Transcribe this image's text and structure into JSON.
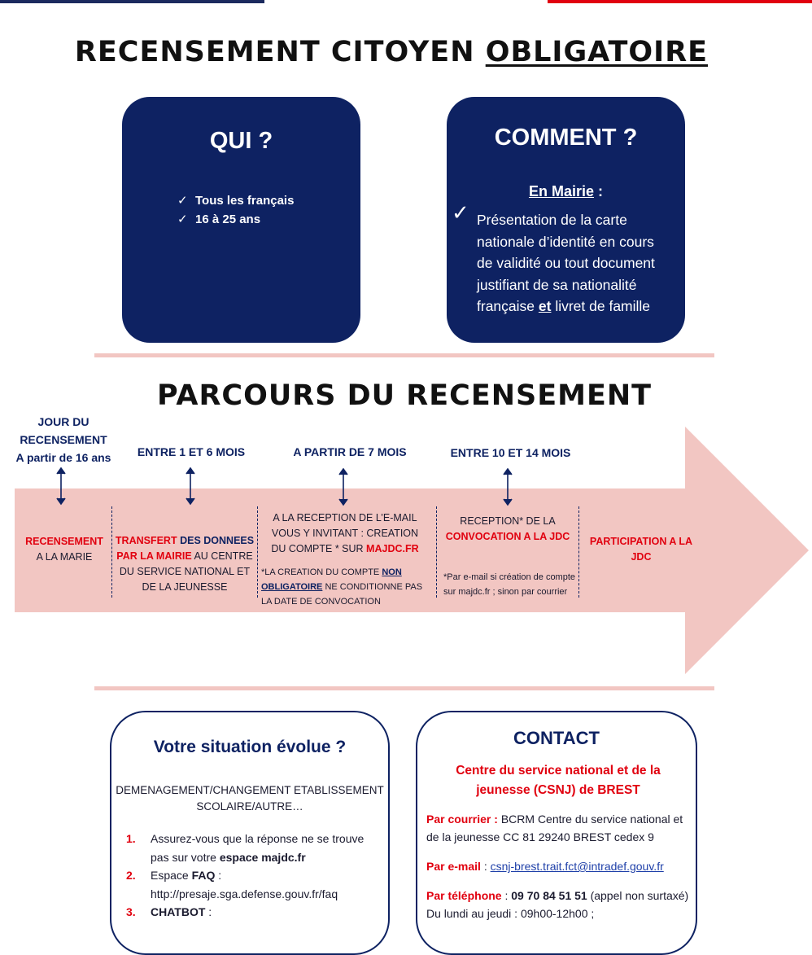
{
  "title": {
    "part1": "RECENSEMENT CITOYEN",
    "part2": "OBLIGATOIRE"
  },
  "qui": {
    "title": "QUI ?",
    "items": [
      "Tous les français",
      "16 à 25 ans"
    ]
  },
  "comment": {
    "title": "COMMENT ?",
    "subtitle": "En Mairie",
    "subtitle_suffix": " :",
    "text_part1": "Présentation de la carte nationale d’identité en cours de validité ou tout document justifiant de sa nationalité française",
    "text_bold": "et",
    "text_part2": "livret de famille"
  },
  "parcours": {
    "title": "PARCOURS DU RECENSEMENT",
    "stages": [
      {
        "head": "JOUR DU RECENSEMENT A partir de 16 ans",
        "head_l1": "JOUR DU",
        "head_l2": "RECENSEMENT",
        "head_l3": "A partir de 16 ans",
        "red": "RECENSEMENT",
        "text": "A LA MARIE"
      },
      {
        "head": "ENTRE 1 ET 6 MOIS",
        "red": "TRANSFERT",
        "navy": "DES DONNEES",
        "red2": "PAR LA MAIRIE",
        "text": "AU CENTRE DU SERVICE NATIONAL ET DE LA JEUNESSE"
      },
      {
        "head": "A PARTIR DE 7 MOIS",
        "text": "A LA RECEPTION DE L’E-MAIL VOUS Y INVITANT : CREATION DU COMPTE * SUR",
        "red": "MAJDC.FR",
        "note_a": "*LA CREATION DU COMPTE",
        "note_u": "NON OBLIGATOIRE",
        "note_b": "NE CONDITIONNE PAS LA DATE DE CONVOCATION"
      },
      {
        "head": "ENTRE 10 ET 14 MOIS",
        "text": "RECEPTION* DE LA",
        "red": "CONVOCATION A LA JDC",
        "note": "*Par e-mail si création de compte sur majdc.fr ; sinon par courrier"
      },
      {
        "red": "PARTICIPATION A LA JDC"
      }
    ]
  },
  "situation": {
    "title": "Votre situation évolue ?",
    "subtitle": "DEMENAGEMENT/CHANGEMENT ETABLISSEMENT SCOLAIRE/AUTRE…",
    "items": [
      {
        "num": "1.",
        "text": "Assurez-vous que la réponse ne se trouve pas sur votre",
        "bold": "espace majdc.fr"
      },
      {
        "num": "2.",
        "text": "Espace",
        "bold": "FAQ",
        "text2": " : http://presaje.sga.defense.gouv.fr/faq"
      },
      {
        "num": "3.",
        "bold": "CHATBOT",
        "text2": " :"
      }
    ]
  },
  "contact": {
    "title": "CONTACT",
    "org": "Centre du service national et de la jeunesse (CSNJ) de BREST",
    "courrier_label": "Par courrier :",
    "courrier_text": " BCRM Centre du service national et de la jeunesse CC 81 29240 BREST cedex 9",
    "email_label": "Par e-mail",
    "email_sep": " : ",
    "email": "csnj-brest.trait.fct@intradef.gouv.fr",
    "phone_label": "Par téléphone",
    "phone_sep": " : ",
    "phone": "09 70 84 51 51",
    "phone_text": " (appel non surtaxé) Du lundi au jeudi : 09h00-12h00 ;"
  },
  "colors": {
    "navy": "#0e2262",
    "red": "#e1000f",
    "pink": "#f2c6c2"
  }
}
